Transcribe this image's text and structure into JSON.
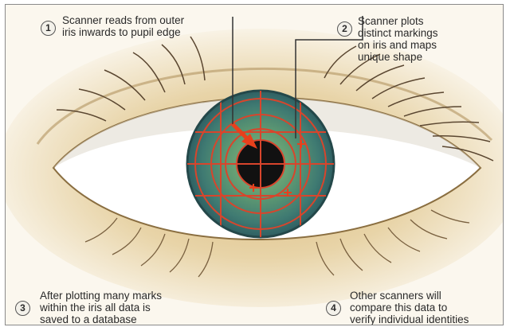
{
  "callouts": [
    {
      "number": "1",
      "text": "Scanner reads from outer\niris inwards to pupil edge"
    },
    {
      "number": "2",
      "text": "Scanner plots\ndistinct markings\non iris and maps\nunique shape"
    },
    {
      "number": "3",
      "text": "After plotting many marks\nwithin the iris all data is\nsaved to a database"
    },
    {
      "number": "4",
      "text": "Other scanners will\ncompare this data to\nverify individual identities"
    }
  ],
  "colors": {
    "background": "#fbf7ee",
    "skin": "#e6d1a3",
    "eye_white": "#ffffff",
    "iris_outer": "#2f5f62",
    "iris_inner": "#5f9a72",
    "pupil": "#111111",
    "scan_grid": "#d8452c",
    "pointer_arrow": "#e8401c",
    "leader_line": "#333333"
  },
  "icons": [
    "eye-illustration",
    "scan-grid",
    "pointer-arrow",
    "plot-marker"
  ]
}
